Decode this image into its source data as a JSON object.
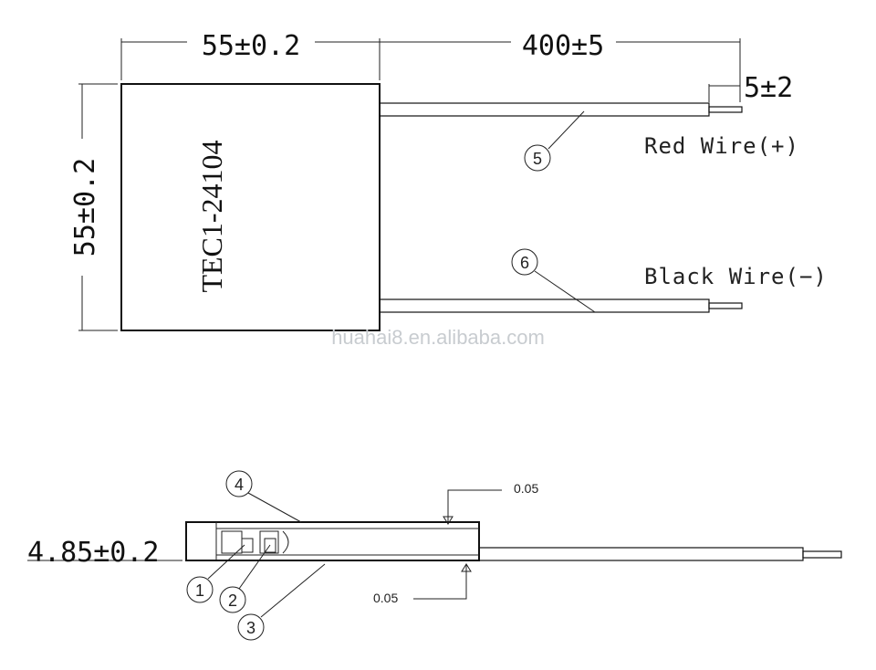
{
  "top_view": {
    "width_dim": "55±0.2",
    "height_dim": "55±0.2",
    "lead_length_dim": "400±5",
    "strip_length_dim": "5±2",
    "model": "TEC1-24104",
    "red_wire_label": "Red Wire(+)",
    "black_wire_label": "Black Wire(−)",
    "callout_5": "5",
    "callout_6": "6"
  },
  "watermark": "huahai8.en.alibaba.com",
  "side_view": {
    "thickness_dim": "4.85±0.2",
    "flatness_top": "0.05",
    "flatness_bottom": "0.05",
    "callout_1": "1",
    "callout_2": "2",
    "callout_3": "3",
    "callout_4": "4"
  }
}
